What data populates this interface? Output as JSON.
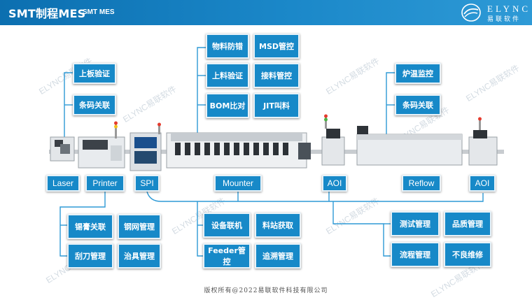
{
  "header": {
    "title": "SMT制程MES",
    "subtitle": "SMT MES",
    "logo_text": "ELYNC",
    "logo_cn": "易联软件"
  },
  "watermark": "ELYNC易联软件",
  "top_left_boxes": [
    "上板验证",
    "条码关联"
  ],
  "top_center_boxes": [
    "物料防错",
    "MSD管控",
    "上料验证",
    "接料管控",
    "BOM比对",
    "JIT叫料"
  ],
  "top_right_boxes": [
    "炉温监控",
    "条码关联"
  ],
  "stations": [
    "Laser",
    "Printer",
    "SPI",
    "Mounter",
    "AOI",
    "Reflow",
    "AOI"
  ],
  "bottom_left_boxes": [
    "锡膏关联",
    "钢网管理",
    "刮刀管理",
    "治具管理"
  ],
  "bottom_center_boxes": [
    "设备联机",
    "料站获取",
    "Feeder管控",
    "追溯管理"
  ],
  "bottom_right_boxes": [
    "测试管理",
    "品质管理",
    "流程管理",
    "不良维修"
  ],
  "footer": "版权所有@2022易联软件科技有限公司",
  "colors": {
    "header": "#1b88c9",
    "box": "#1789c8",
    "line": "#2e9ad6"
  }
}
